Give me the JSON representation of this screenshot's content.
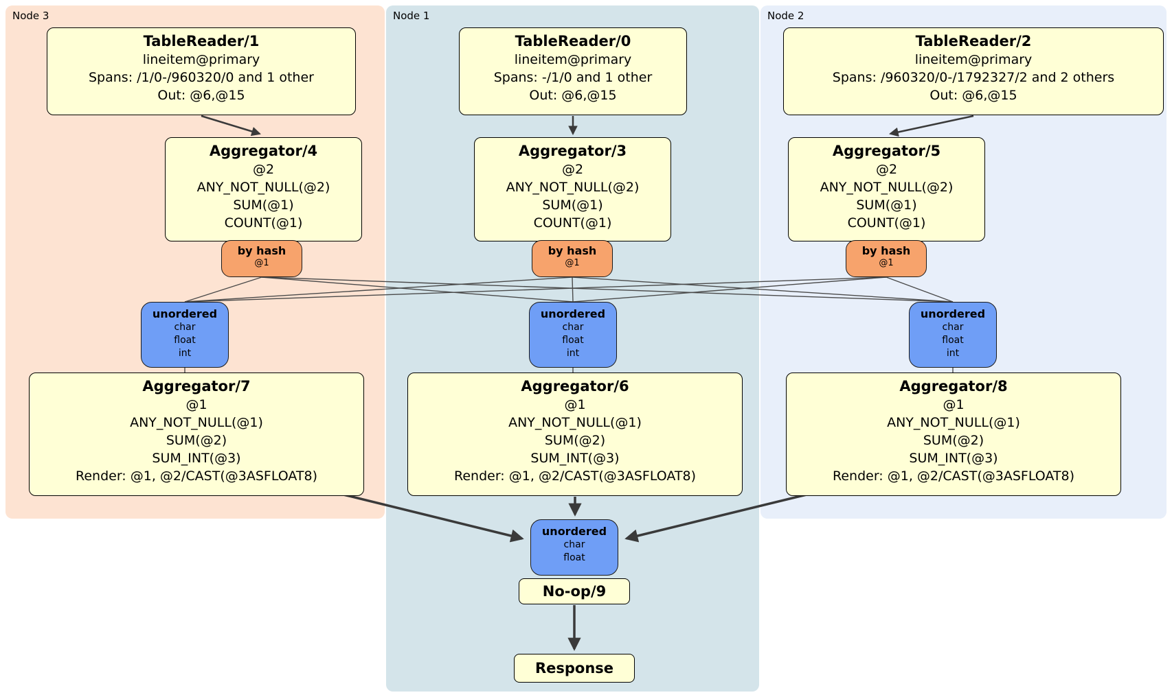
{
  "nodes": [
    {
      "label": "Node 3",
      "tablereader": {
        "title": "TableReader/1",
        "lines": [
          "lineitem@primary",
          "Spans: /1/0-/960320/0 and 1 other",
          "Out: @6,@15"
        ]
      },
      "aggregator_top": {
        "title": "Aggregator/4",
        "lines": [
          "@2",
          "ANY_NOT_NULL(@2)",
          "SUM(@1)",
          "COUNT(@1)"
        ]
      },
      "router": {
        "title": "by hash",
        "sub": "@1"
      },
      "sync": {
        "title": "unordered",
        "lines": [
          "char",
          "float",
          "int"
        ]
      },
      "aggregator_bottom": {
        "title": "Aggregator/7",
        "lines": [
          "@1",
          "ANY_NOT_NULL(@1)",
          "SUM(@2)",
          "SUM_INT(@3)",
          "Render: @1, @2/CAST(@3ASFLOAT8)"
        ]
      }
    },
    {
      "label": "Node 1",
      "tablereader": {
        "title": "TableReader/0",
        "lines": [
          "lineitem@primary",
          "Spans: -/1/0 and 1 other",
          "Out: @6,@15"
        ]
      },
      "aggregator_top": {
        "title": "Aggregator/3",
        "lines": [
          "@2",
          "ANY_NOT_NULL(@2)",
          "SUM(@1)",
          "COUNT(@1)"
        ]
      },
      "router": {
        "title": "by hash",
        "sub": "@1"
      },
      "sync": {
        "title": "unordered",
        "lines": [
          "char",
          "float",
          "int"
        ]
      },
      "aggregator_bottom": {
        "title": "Aggregator/6",
        "lines": [
          "@1",
          "ANY_NOT_NULL(@1)",
          "SUM(@2)",
          "SUM_INT(@3)",
          "Render: @1, @2/CAST(@3ASFLOAT8)"
        ]
      }
    },
    {
      "label": "Node 2",
      "tablereader": {
        "title": "TableReader/2",
        "lines": [
          "lineitem@primary",
          "Spans: /960320/0-/1792327/2 and 2 others",
          "Out: @6,@15"
        ]
      },
      "aggregator_top": {
        "title": "Aggregator/5",
        "lines": [
          "@2",
          "ANY_NOT_NULL(@2)",
          "SUM(@1)",
          "COUNT(@1)"
        ]
      },
      "router": {
        "title": "by hash",
        "sub": "@1"
      },
      "sync": {
        "title": "unordered",
        "lines": [
          "char",
          "float",
          "int"
        ]
      },
      "aggregator_bottom": {
        "title": "Aggregator/8",
        "lines": [
          "@1",
          "ANY_NOT_NULL(@1)",
          "SUM(@2)",
          "SUM_INT(@3)",
          "Render: @1, @2/CAST(@3ASFLOAT8)"
        ]
      }
    }
  ],
  "final": {
    "sync": {
      "title": "unordered",
      "lines": [
        "char",
        "float"
      ]
    },
    "noop_label": "No-op/9",
    "response_label": "Response"
  },
  "colors": {
    "node3_region_bg": "#fde3d2",
    "node1_region_bg": "#d4e4ea",
    "node2_region_bg": "#e8effa",
    "processor_box_bg": "#ffffd6",
    "hash_router_bg": "#f7a36c",
    "unordered_sync_bg": "#6f9ef6",
    "edge_color": "#3a3a3a"
  }
}
